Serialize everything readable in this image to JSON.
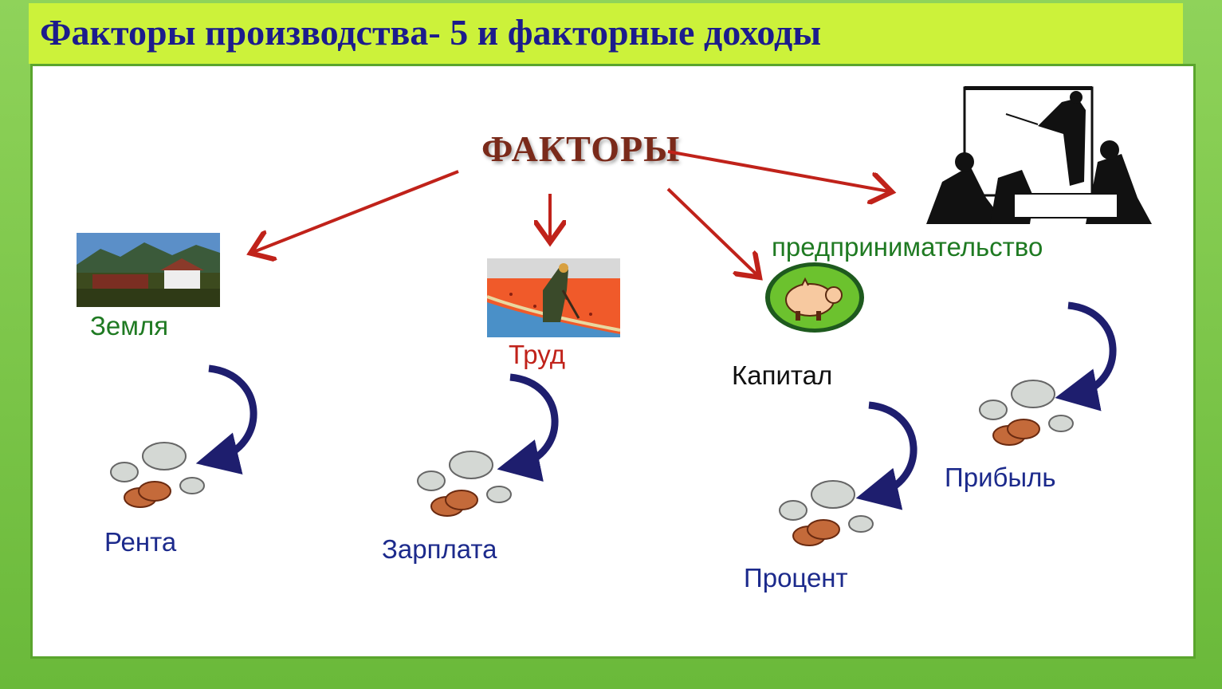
{
  "title": "Факторы производства- 5  и факторные доходы",
  "heading": "ФАКТОРЫ",
  "factors": {
    "land": "Земля",
    "labor": "Труд",
    "capital": "Капитал",
    "entrepreneurship": "предпринимательство"
  },
  "incomes": {
    "rent": "Рента",
    "wage": "Зарплата",
    "interest": "Процент",
    "profit": "Прибыль"
  },
  "colors": {
    "arrow": "#c0221a",
    "curve_arrow": "#1e1e6e",
    "title_text": "#1c1c8c",
    "title_bar": "#ccf23a",
    "frame": "#7cc84a"
  }
}
